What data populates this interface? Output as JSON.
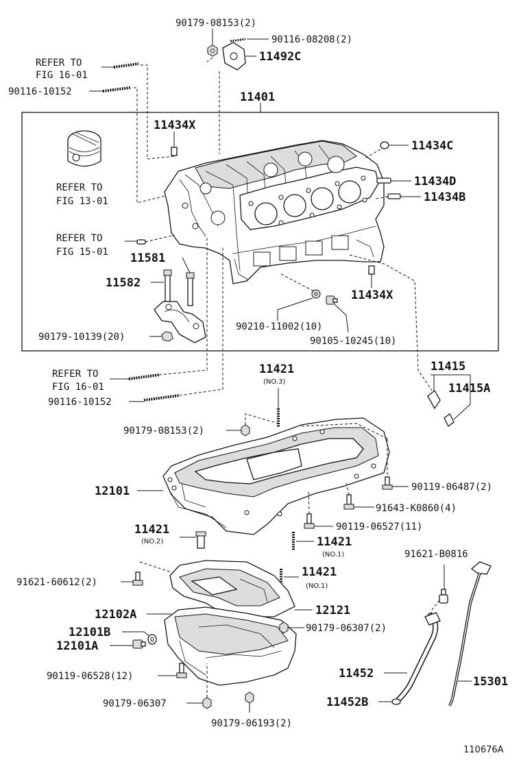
{
  "labels": {
    "p90179_08153_top": "90179-08153(2)",
    "p90116_08208": "90116-08208(2)",
    "p11492C": "11492C",
    "refer_fig16_top_1": "REFER TO",
    "refer_fig16_top_2": "FIG 16-01",
    "p90116_10152_top": "90116-10152",
    "p11401": "11401",
    "p11434X_top": "11434X",
    "p11434C": "11434C",
    "p11434D": "11434D",
    "p11434B": "11434B",
    "refer_fig13_1": "REFER TO",
    "refer_fig13_2": "FIG 13-01",
    "refer_fig15_1": "REFER TO",
    "refer_fig15_2": "FIG 15-01",
    "p11581": "11581",
    "p11582": "11582",
    "p11434X_bot": "11434X",
    "p90210_11002": "90210-11002(10)",
    "p90105_10245": "90105-10245(10)",
    "p90179_10139": "90179-10139(20)",
    "refer_fig16_bot_1": "REFER TO",
    "refer_fig16_bot_2": "FIG 16-01",
    "p90116_10152_bot": "90116-10152",
    "p11421_no3": "11421",
    "no3": "(NO.3)",
    "p11415": "11415",
    "p11415A": "11415A",
    "p90179_08153_mid": "90179-08153(2)",
    "p12101": "12101",
    "p90119_06487": "90119-06487(2)",
    "p91643_K0860": "91643-K0860(4)",
    "p90119_06527": "90119-06527(11)",
    "p11421_no2": "11421",
    "no2": "(NO.2)",
    "p11421_no1a": "11421",
    "no1a": "(NO.1)",
    "p91621_B0816": "91621-B0816",
    "p91621_60612": "91621-60612(2)",
    "p11421_no1b": "11421",
    "no1b": "(NO.1)",
    "p12102A": "12102A",
    "p12121": "12121",
    "p12101B": "12101B",
    "p90179_06307_a": "90179-06307(2)",
    "p12101A": "12101A",
    "p90119_06528": "90119-06528(12)",
    "p11452": "11452",
    "p15301": "15301",
    "p90179_06307_b": "90179-06307",
    "p11452B": "11452B",
    "p90179_06193": "90179-06193(2)",
    "figure_id": "110676A"
  }
}
